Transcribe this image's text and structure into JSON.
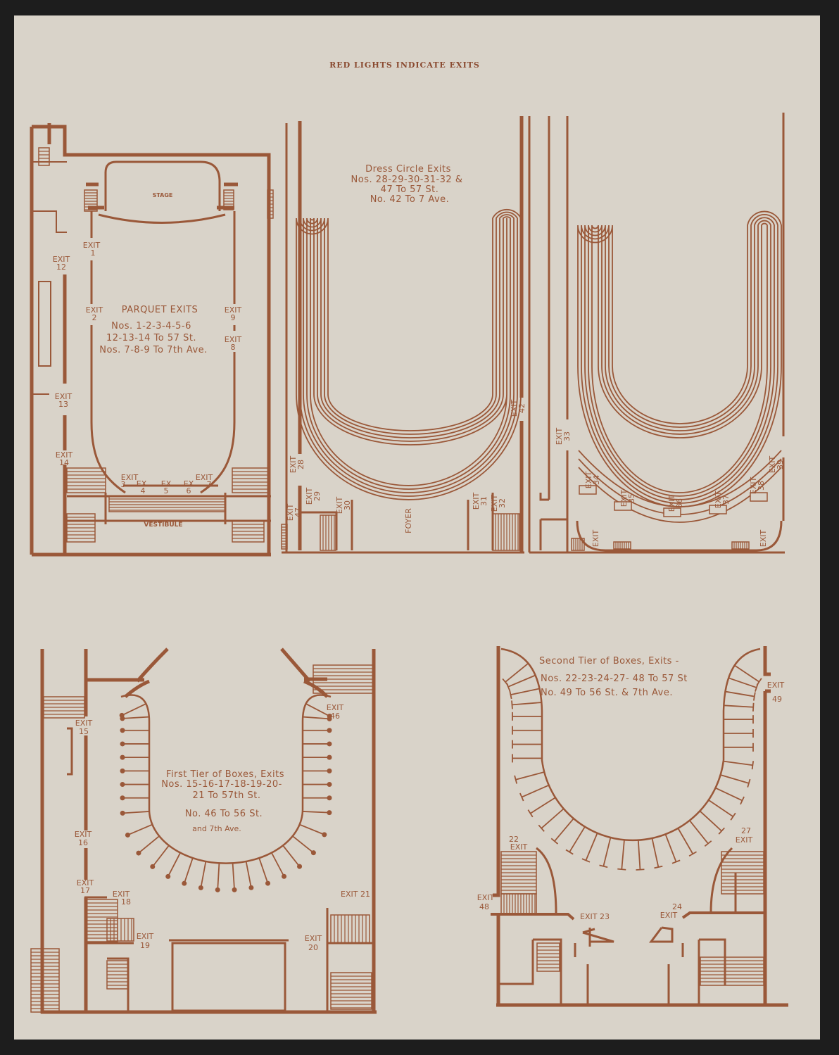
{
  "header": "RED LIGHTS INDICATE EXITS",
  "exit_word": "EXIT",
  "ex_word": "EX",
  "colors": {
    "ink": "#9a5839",
    "paper": "#d9d3c9",
    "background": "#1d1d1d"
  },
  "parquet": {
    "title": "PARQUET EXITS",
    "lines": [
      "Nos. 1-2-3-4-5-6",
      "12-13-14 To 57 St.",
      "Nos. 7-8-9 To 7th Ave."
    ],
    "stage": "STAGE",
    "vestibule": "VESTIBULE",
    "exits": [
      "1",
      "2",
      "3",
      "4",
      "5",
      "6",
      "7",
      "8",
      "9",
      "12",
      "13",
      "14"
    ]
  },
  "dress_circle": {
    "title": "Dress Circle Exits",
    "lines": [
      "Nos. 28-29-30-31-32 &",
      "47 To 57 St.",
      "No. 42 To 7 Ave."
    ],
    "foyer": "FOYER",
    "exits": [
      "28",
      "47",
      "29",
      "30",
      "31",
      "32",
      "42"
    ]
  },
  "balcony": {
    "exits": [
      "33",
      "34",
      "35",
      "36",
      "37",
      "38",
      "39"
    ]
  },
  "first_tier": {
    "title": "First Tier of Boxes, Exits",
    "lines": [
      "Nos. 15-16-17-18-19-20-",
      "21 To 57th St.",
      "No. 46 To 56 St.",
      "and 7th Ave."
    ],
    "exits": [
      "15",
      "16",
      "17",
      "18",
      "19",
      "46",
      "20"
    ],
    "exit21": "EXIT 21"
  },
  "second_tier": {
    "title": "Second Tier of Boxes, Exits -",
    "lines": [
      "Nos. 22-23-24-27- 48 To 57 St",
      "No. 49 To 56 St. & 7th Ave."
    ],
    "exits": [
      "22",
      "27",
      "48",
      "49",
      "24"
    ],
    "exit23": "EXIT 23"
  }
}
